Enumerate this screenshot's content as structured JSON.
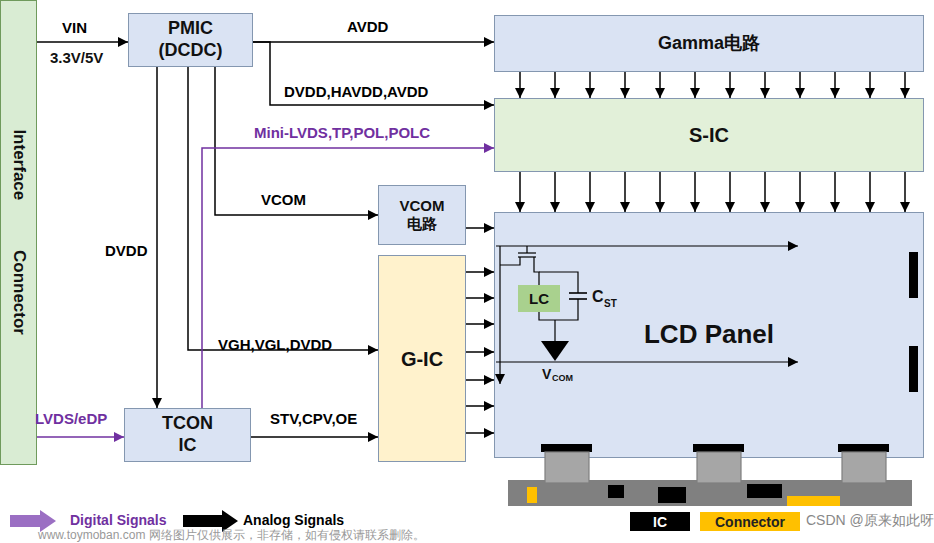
{
  "diagram": {
    "nodes": [
      {
        "text": [
          "Interface Connector"
        ]
      },
      {
        "text": [
          "PMIC (DCDC)"
        ]
      },
      {
        "text": [
          "Gamma电路"
        ]
      },
      {
        "text": [
          "S-IC"
        ]
      },
      {
        "text": [
          "VCOM 电路"
        ]
      },
      {
        "text": [
          "G-IC"
        ]
      },
      {
        "text": [
          "LCD Panel"
        ]
      },
      {
        "text": [
          "LC"
        ],
        "in": 6
      },
      {
        "text": [
          "TCON IC"
        ]
      }
    ],
    "edges": [
      {
        "from": 0,
        "to": 1,
        "label": "VIN",
        "arrow": "to"
      },
      {
        "from": 1,
        "to": 2,
        "label": "AVDD",
        "arrow": "to"
      },
      {
        "from": 1,
        "to": 3,
        "label": "DVDD,HAVDD,AVDD",
        "arrow": "to"
      },
      {
        "from": 1,
        "to": 4,
        "label": "VCOM",
        "arrow": "to"
      },
      {
        "from": 1,
        "to": 5,
        "label": "VGH,VGL,DVDD",
        "arrow": "to"
      },
      {
        "from": 1,
        "to": 8,
        "label": "DVDD",
        "arrow": "to"
      },
      {
        "from": 0,
        "to": 8,
        "label": "LVDS/eDP",
        "arrow": "to"
      },
      {
        "from": 8,
        "to": 5,
        "label": "STV,CPV,OE",
        "arrow": "to"
      },
      {
        "from": 8,
        "to": 3,
        "label": "Mini-LVDS,TP,POL,POLC",
        "arrow": "to"
      },
      {
        "from": 2,
        "to": 3,
        "arrow": "to"
      },
      {
        "from": 3,
        "to": 6,
        "arrow": "to"
      },
      {
        "from": 4,
        "to": 6,
        "arrow": "to"
      },
      {
        "from": 5,
        "to": 6,
        "arrow": "to"
      }
    ],
    "labels": [
      "3.3V/5V",
      "C",
      "ST",
      "V",
      "COM",
      "www.toymoban.com 网络图片仅供展示，非存储，如有侵权请联系删除。",
      "CSDN @原来如此呀"
    ],
    "legend": [
      {
        "text": "Digital Signals"
      },
      {
        "text": "Analog Signals"
      },
      {
        "text": "IC",
        "color": "#000000"
      },
      {
        "text": "Connector",
        "color": "#ffc000"
      }
    ]
  }
}
